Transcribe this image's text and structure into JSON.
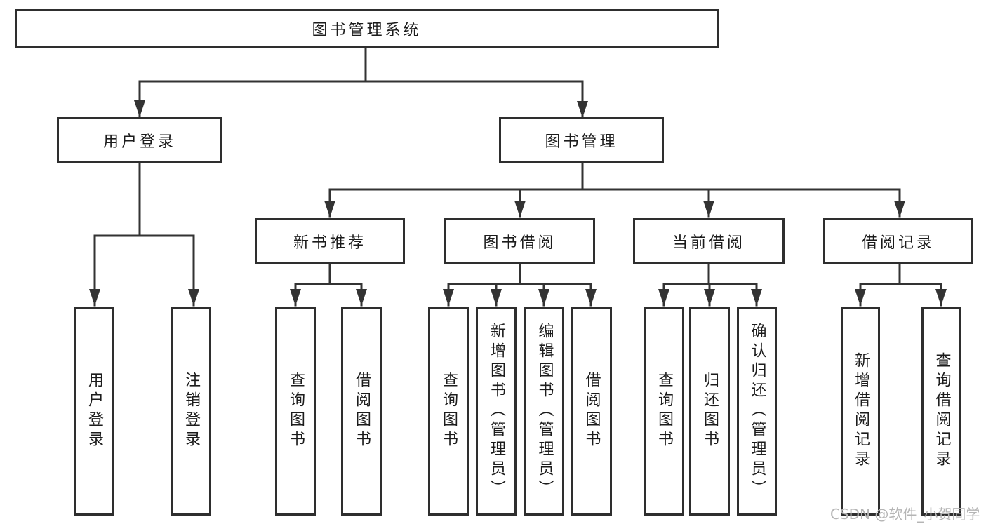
{
  "diagram_title": "图书管理系统",
  "tree": {
    "label": "图书管理系统",
    "children": [
      {
        "label": "用户登录",
        "children": [
          {
            "label": "用户登录"
          },
          {
            "label": "注销登录"
          }
        ]
      },
      {
        "label": "图书管理",
        "children": [
          {
            "label": "新书推荐",
            "children": [
              {
                "label": "查询图书"
              },
              {
                "label": "借阅图书"
              }
            ]
          },
          {
            "label": "图书借阅",
            "children": [
              {
                "label": "查询图书"
              },
              {
                "label": "新增图书（管理员）"
              },
              {
                "label": "编辑图书（管理员）"
              },
              {
                "label": "借阅图书"
              }
            ]
          },
          {
            "label": "当前借阅",
            "children": [
              {
                "label": "查询图书"
              },
              {
                "label": "归还图书"
              },
              {
                "label": "确认归还（管理员）"
              }
            ]
          },
          {
            "label": "借阅记录",
            "children": [
              {
                "label": "新增借阅记录"
              },
              {
                "label": "查询借阅记录"
              }
            ]
          }
        ]
      }
    ]
  },
  "watermark": {
    "text": "CSDN @软件_小贺同学"
  },
  "colors": {
    "background": "#ffffff",
    "box_border": "#2e2e2e",
    "connector_line": "#333333",
    "text": "#1c1c1c",
    "watermark": "#b5b5b5"
  }
}
